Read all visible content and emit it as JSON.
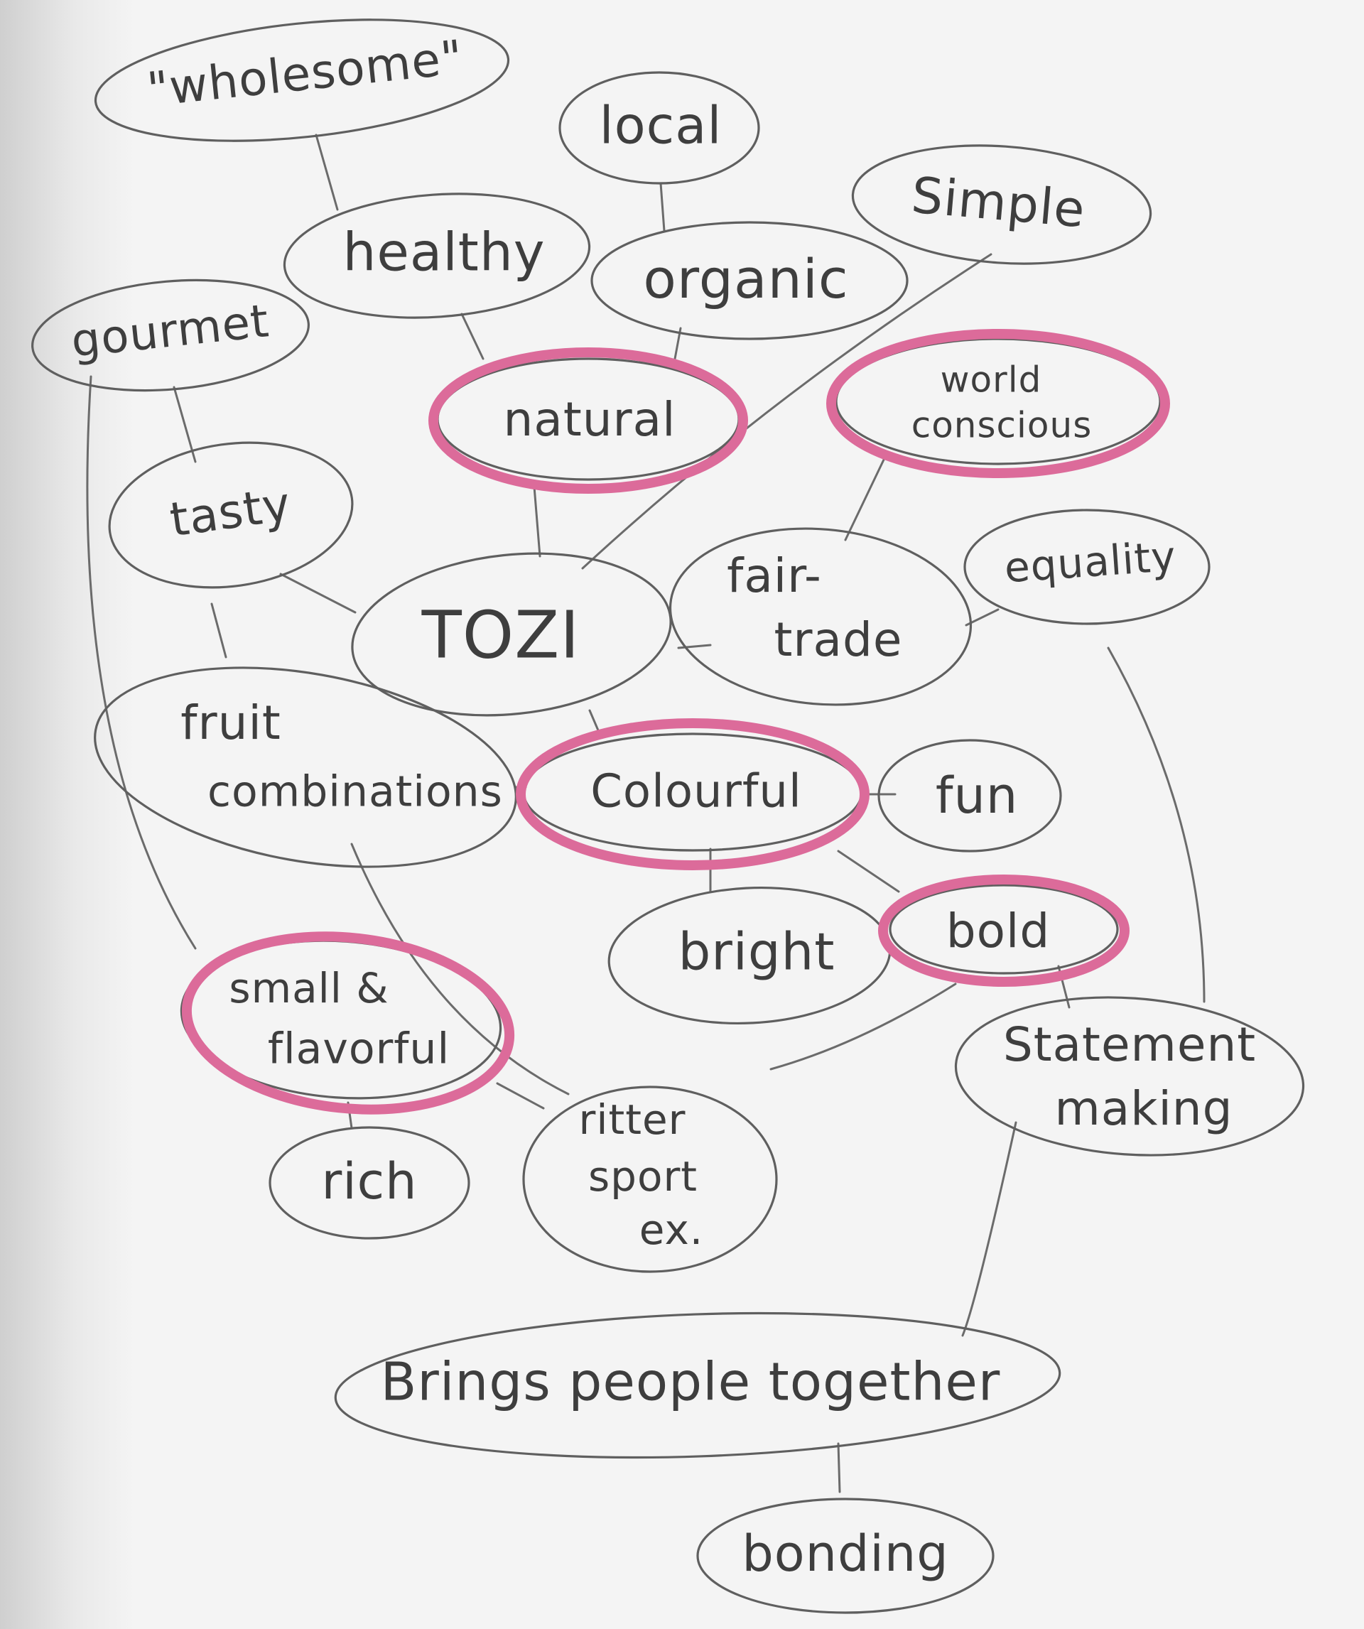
{
  "nodes": {
    "wholesome": "\"wholesome\"",
    "local": "local",
    "simple": "Simple",
    "healthy": "healthy",
    "organic": "organic",
    "gourmet": "gourmet",
    "natural": "natural",
    "world_conscious": [
      "world",
      "conscious"
    ],
    "tasty": "tasty",
    "tozi": "TOZI",
    "fair_trade": [
      "fair-",
      "trade"
    ],
    "equality": "equality",
    "fruit_combinations": [
      "fruit",
      "combinations"
    ],
    "colourful": "Colourful",
    "fun": "fun",
    "bright": "bright",
    "bold": "bold",
    "small_flavorful": [
      "small &",
      "flavorful"
    ],
    "statement_making": [
      "Statement",
      "making"
    ],
    "rich": "rich",
    "ritter_sport": [
      "ritter",
      "sport",
      "ex."
    ],
    "brings_people_together": "Brings people together",
    "bonding": "bonding"
  },
  "highlighted": [
    "natural",
    "world_conscious",
    "colourful",
    "bold",
    "small_flavorful"
  ],
  "colors": {
    "pencil": "#5f5f5f",
    "highlight": "#dc6b9a",
    "paper": "#f4f4f4"
  }
}
